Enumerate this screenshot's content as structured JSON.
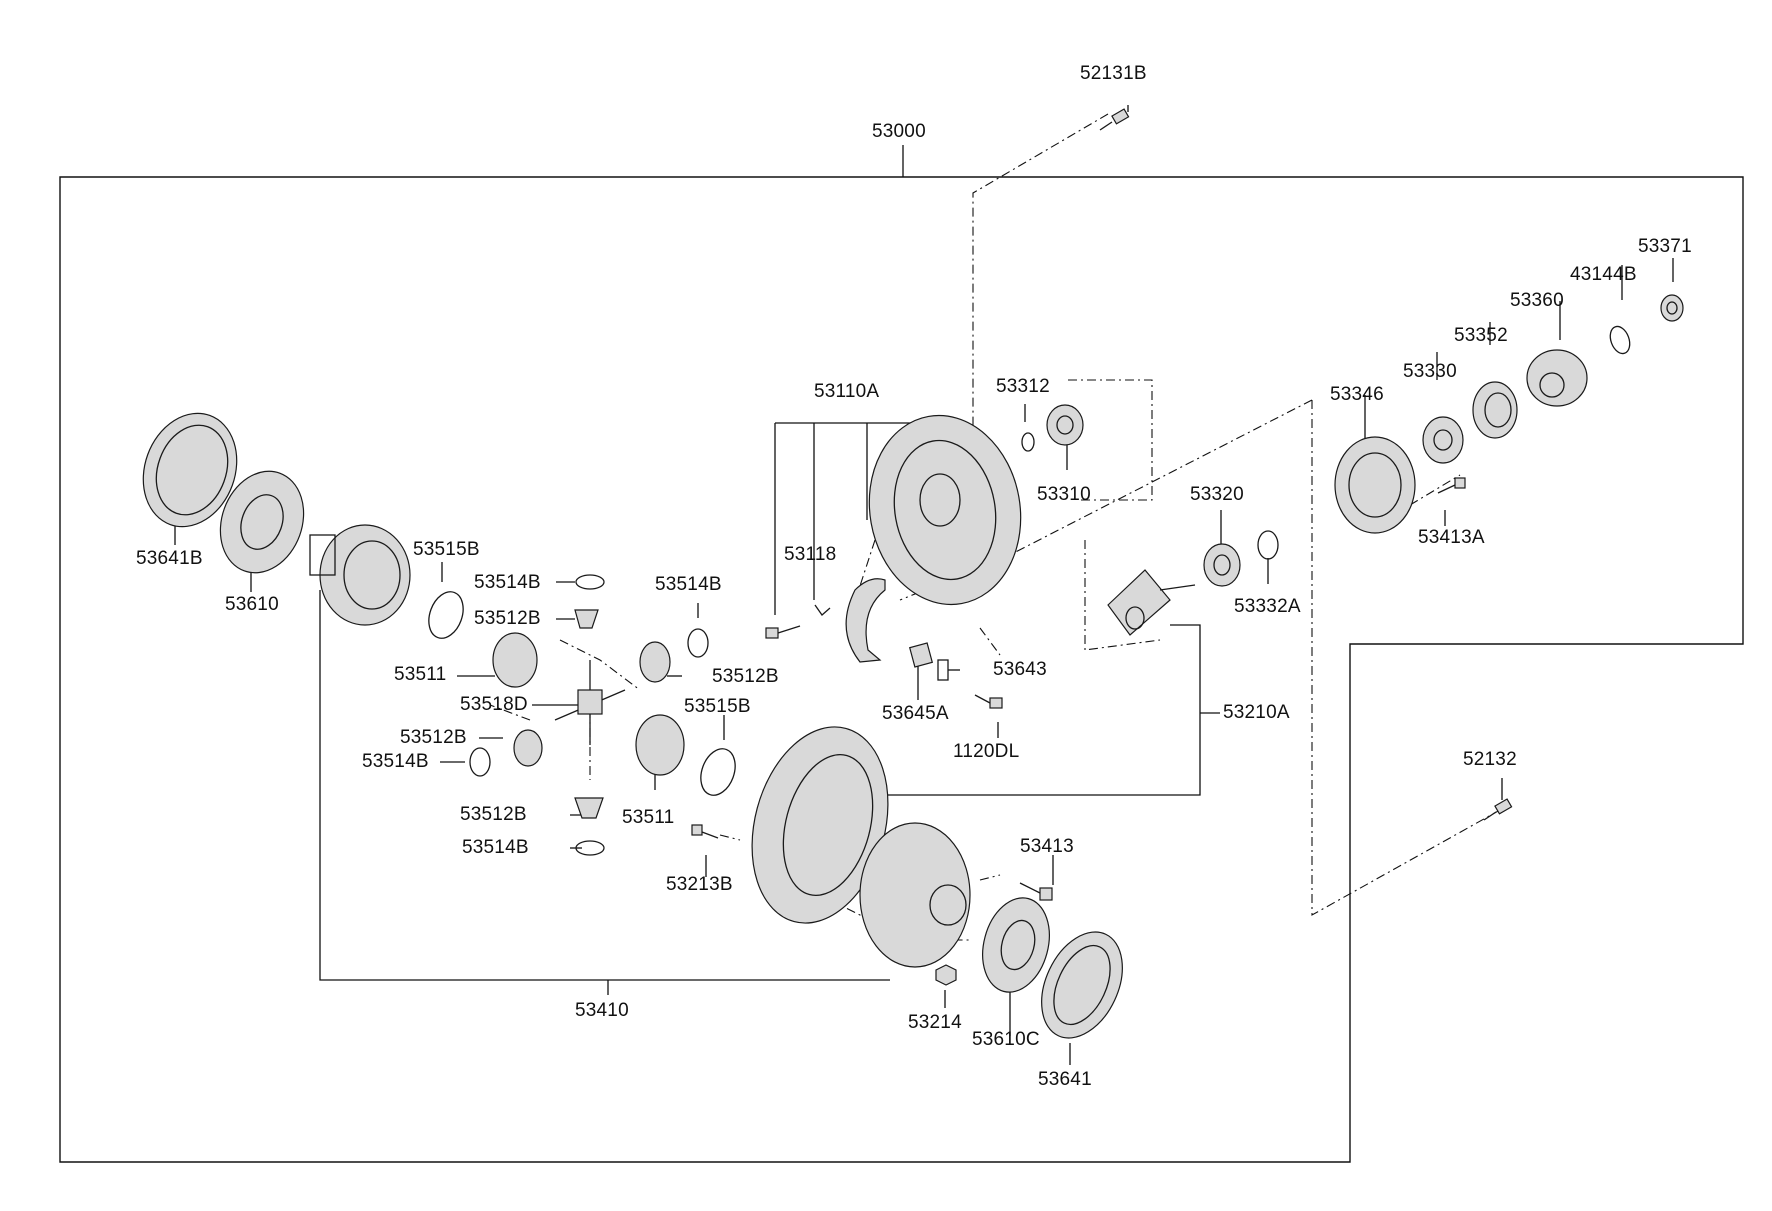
{
  "labels": {
    "p52131B": "52131B",
    "p53000": "53000",
    "p53371": "53371",
    "p43144B": "43144B",
    "p53360": "53360",
    "p53352": "53352",
    "p53330": "53330",
    "p53346": "53346",
    "p53413A": "53413A",
    "p53110A": "53110A",
    "p53312": "53312",
    "p53310": "53310",
    "p53320": "53320",
    "p53332A": "53332A",
    "p53118": "53118",
    "p53643": "53643",
    "p53645A": "53645A",
    "p1120DL": "1120DL",
    "p53210A": "53210A",
    "p53641B": "53641B",
    "p53610": "53610",
    "p53515B_a": "53515B",
    "p53514B_a": "53514B",
    "p53512B_a": "53512B",
    "p53514B_b": "53514B",
    "p53511_a": "53511",
    "p53512B_b": "53512B",
    "p53518D": "53518D",
    "p53515B_b": "53515B",
    "p53512B_c": "53512B",
    "p53514B_c": "53514B",
    "p53512B_d": "53512B",
    "p53511_b": "53511",
    "p53514B_d": "53514B",
    "p53213B": "53213B",
    "p53413": "53413",
    "p52132": "52132",
    "p53410": "53410",
    "p53214": "53214",
    "p53610C": "53610C",
    "p53641": "53641"
  }
}
